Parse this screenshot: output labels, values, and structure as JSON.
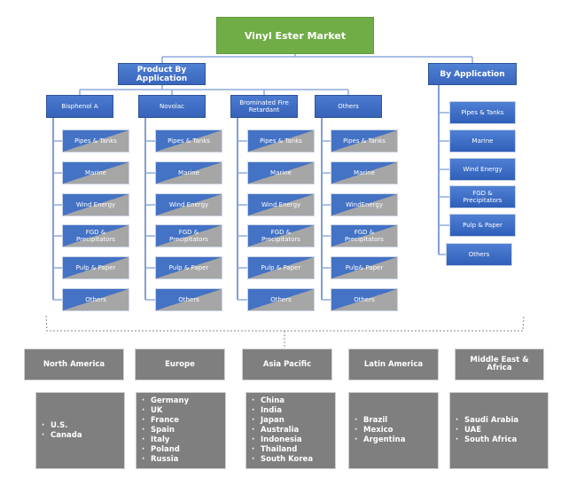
{
  "title": "Vinyl Ester Market",
  "product_by_application": {
    "label": "Product By Application",
    "products": [
      {
        "label": "Bisphenol A",
        "applications": [
          "Pipes & Tanks",
          "Marine",
          "Wind Energy",
          "FGD & Precipitators",
          "Pulp & Paper",
          "Others"
        ]
      },
      {
        "label": "Novolac",
        "applications": [
          "Pipes & Tanks",
          "Marine",
          "Wind Energy",
          "FGD & Precipitators",
          "Pulp & Paper",
          "Others"
        ]
      },
      {
        "label": "Brominated Fire Retardant",
        "applications": [
          "Pipes & Tanks",
          "Marine",
          "Wind Energy",
          "FGD & Precipitators",
          "Pulp & Paper",
          "Others"
        ]
      },
      {
        "label": "Others",
        "applications": [
          "Pipes & Tanks",
          "Marine",
          "WindEnergy",
          "FGD & Precipitators",
          "Pulp& Paper",
          "Others"
        ]
      }
    ]
  },
  "by_application": {
    "label": "By Application",
    "items": [
      "Pipes & Tanks",
      "Marine",
      "Wind Energy",
      "FGD & Precipitators",
      "Pulp & Paper",
      "Others"
    ]
  },
  "regions": [
    {
      "label": "North America",
      "countries": [
        "U.S.",
        "Canada"
      ]
    },
    {
      "label": "Europe",
      "countries": [
        "Germany",
        "UK",
        "France",
        "Spain",
        "Italy",
        "Poland",
        "Russia"
      ]
    },
    {
      "label": "Asia Pacific",
      "countries": [
        "China",
        "India",
        "Japan",
        "Australia",
        "Indonesia",
        "Thailand",
        "South Korea"
      ]
    },
    {
      "label": "Latin America",
      "countries": [
        "Brazil",
        "Mexico",
        "Argentina"
      ]
    },
    {
      "label": "Middle East & Africa",
      "countries": [
        "Saudi Arabia",
        "UAE",
        "South Africa"
      ]
    }
  ],
  "colors": {
    "root": "#70ad47",
    "category": "#4472c4",
    "sub_gray": "#a6a6a6",
    "region": "#7f7f7f",
    "connector": "#8eaadb"
  }
}
